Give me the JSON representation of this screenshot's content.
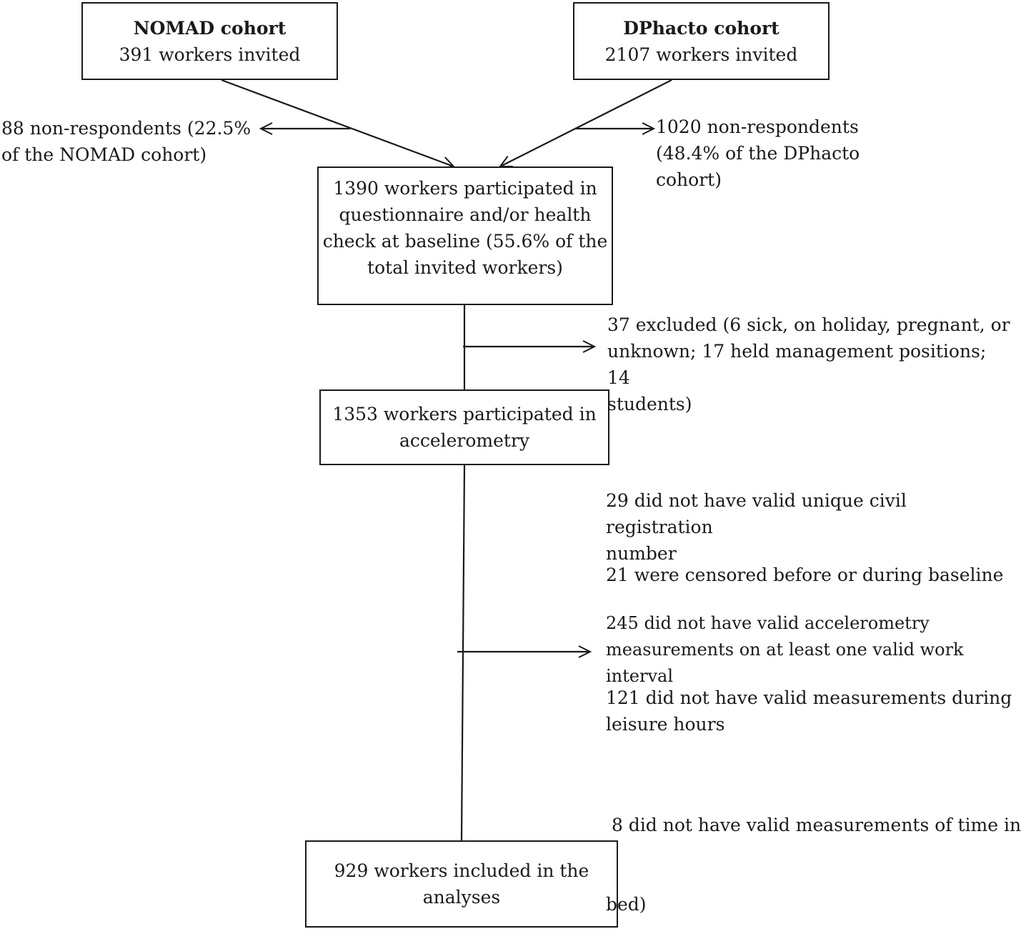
{
  "boxes": {
    "nomad": {
      "title": "NOMAD cohort",
      "text": "391 workers invited"
    },
    "dphacto": {
      "title": "DPhacto cohort",
      "text": "2107 workers invited"
    },
    "baseline": {
      "lines": [
        "1390 workers participated in",
        "questionnaire and/or health",
        "check at baseline (55.6% of the",
        "total invited workers)"
      ]
    },
    "accel": {
      "lines": [
        "1353 workers participated in",
        "accelerometry"
      ]
    },
    "final": {
      "lines": [
        "929 workers included in the",
        "analyses"
      ]
    }
  },
  "notes": {
    "nomad_nonresp": [
      "88 non-respondents (22.5%",
      "of the NOMAD cohort)"
    ],
    "dphacto_nonresp": [
      "1020 non-respondents",
      "(48.4% of the DPhacto",
      "cohort)"
    ],
    "excluded": [
      "37 excluded (6 sick, on holiday, pregnant, or",
      "unknown; 17 held management positions; 14",
      "students)"
    ],
    "reasons": [
      [
        "29 did not have valid unique civil registration",
        "number"
      ],
      [
        "21 were censored before or during baseline"
      ],
      [
        "245 did not have valid accelerometry",
        "measurements on at least one valid work interval"
      ],
      [
        "121 did not have valid measurements during",
        "leisure hours"
      ],
      [
        " 8 did not have valid measurements of time in",
        "bed)"
      ]
    ]
  }
}
